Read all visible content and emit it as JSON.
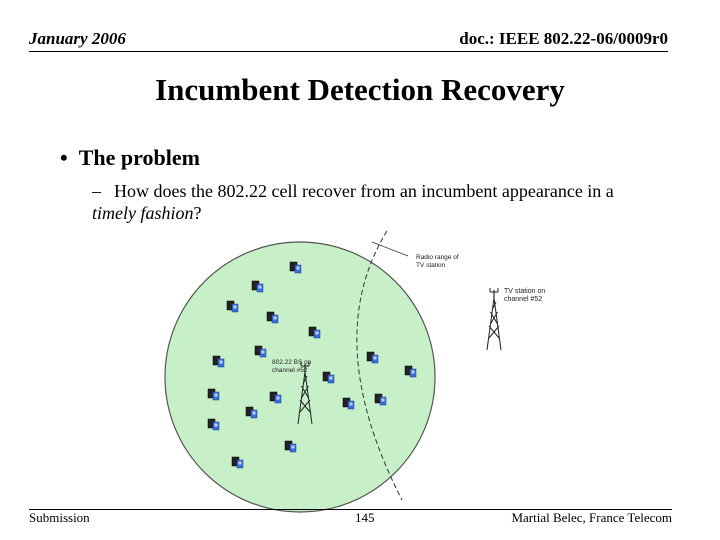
{
  "header": {
    "date": "January 2006",
    "doc_id": "doc.: IEEE 802.22-06/0009r0"
  },
  "slide": {
    "title": "Incumbent Detection Recovery",
    "bullet": "The problem",
    "bullet_marker": "•",
    "sub_dash": "–",
    "sub_before": "How does the 802.22 cell recover from an incumbent appearance in a ",
    "sub_italic": "timely fashion",
    "sub_after": "?"
  },
  "figure": {
    "radio_range_label_1": "Radio range of",
    "radio_range_label_2": "TV station",
    "tv_station_label_1": "TV station on",
    "tv_station_label_2": "channel #52",
    "bs_label_1": "802.22 BS on",
    "bs_label_2": "channel #52",
    "colors": {
      "cell_fill": "#c8f0c8",
      "cell_stroke": "#555555",
      "cpe_blue": "#3a6fd8",
      "cpe_dark": "#222222"
    }
  },
  "footer": {
    "left": "Submission",
    "page": "145",
    "author": "Martial Belec, France Telecom"
  }
}
